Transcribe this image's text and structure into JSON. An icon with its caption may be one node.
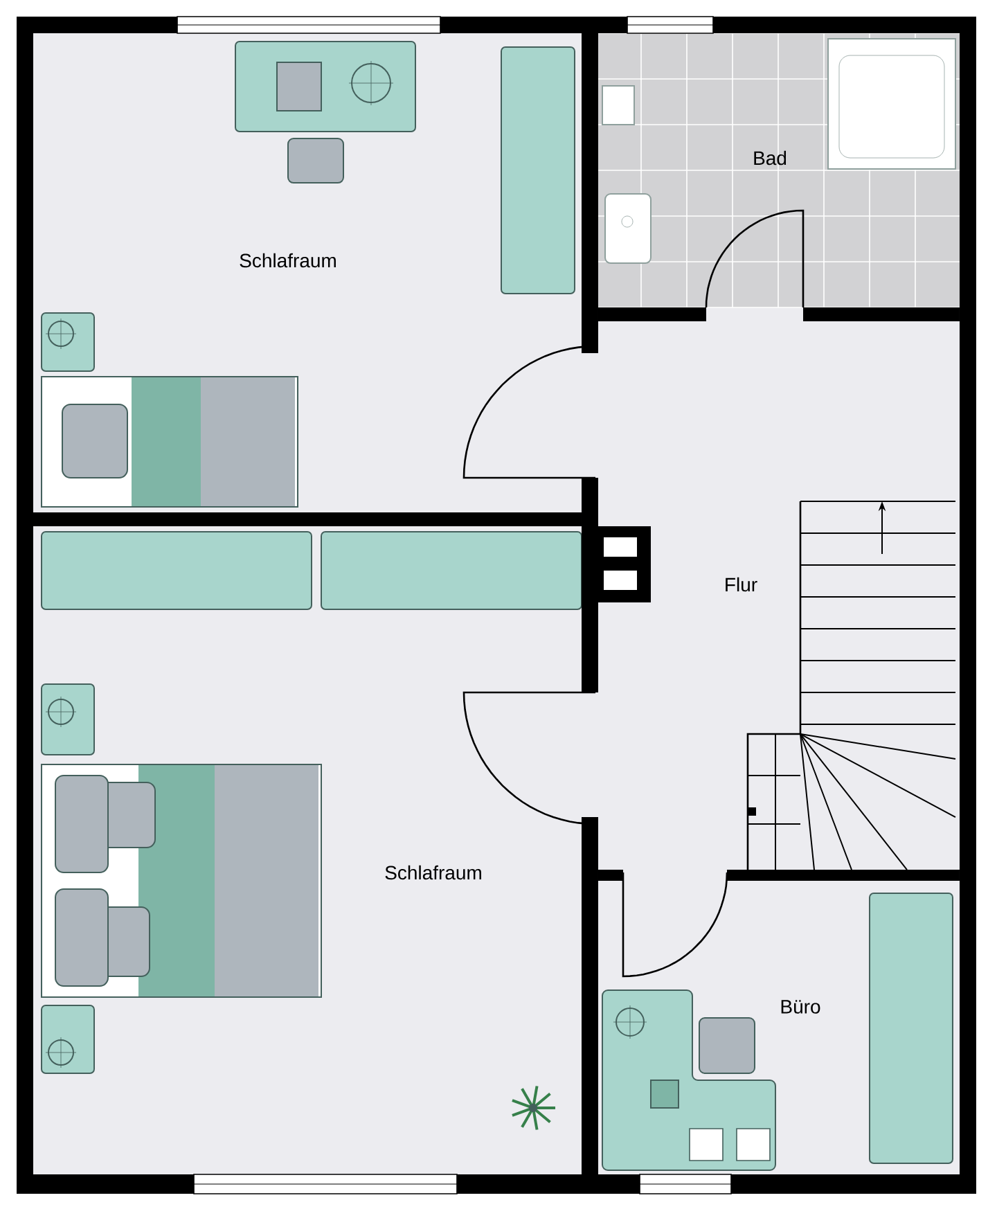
{
  "diagram": {
    "nodes": [
      {
        "text": [
          "Schlafraum"
        ]
      },
      {
        "text": [
          "Bad"
        ]
      },
      {
        "text": [
          "Flur"
        ]
      },
      {
        "text": [
          "Schlafraum"
        ]
      },
      {
        "text": [
          "Büro"
        ]
      }
    ]
  }
}
